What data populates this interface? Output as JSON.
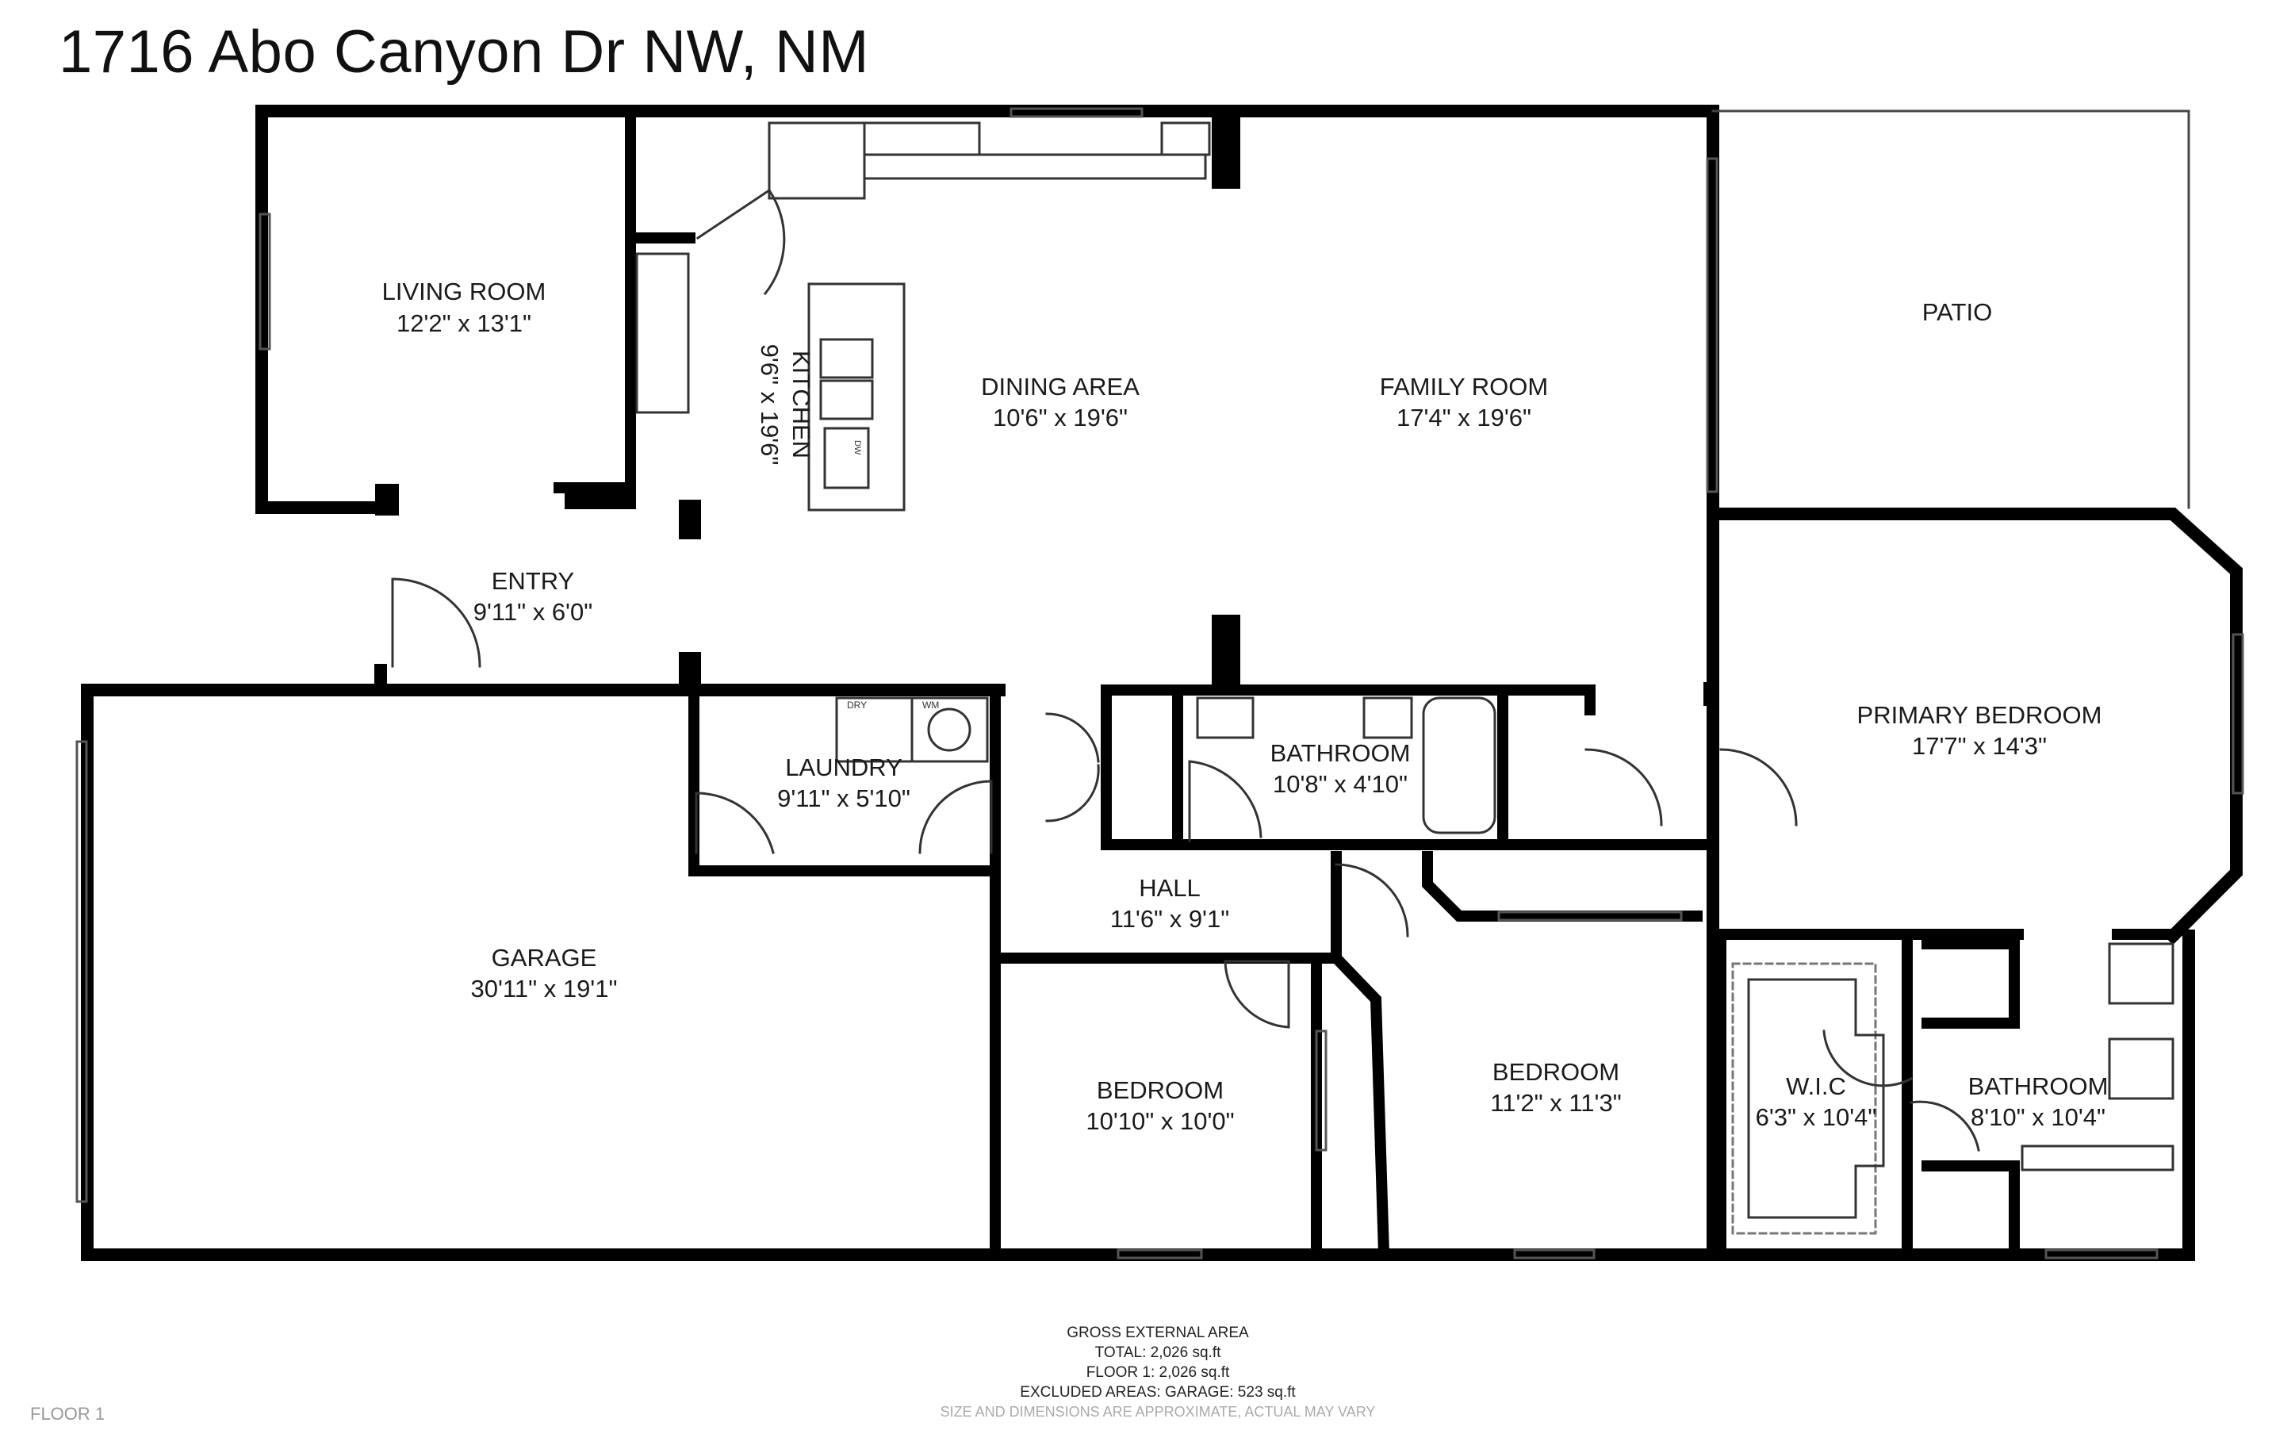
{
  "title": "1716 Abo Canyon Dr NW, NM",
  "rooms": {
    "living": {
      "name": "LIVING ROOM",
      "dim": "12'2\" x 13'1\""
    },
    "kitchen": {
      "name": "KITCHEN",
      "dim": "9'6\" x 19'6\""
    },
    "dining": {
      "name": "DINING AREA",
      "dim": "10'6\" x 19'6\""
    },
    "family": {
      "name": "FAMILY ROOM",
      "dim": "17'4\" x 19'6\""
    },
    "patio": {
      "name": "PATIO"
    },
    "entry": {
      "name": "ENTRY",
      "dim": "9'11\" x 6'0\""
    },
    "primary": {
      "name": "PRIMARY BEDROOM",
      "dim": "17'7\" x 14'3\""
    },
    "laundry": {
      "name": "LAUNDRY",
      "dim": "9'11\" x 5'10\""
    },
    "bath1": {
      "name": "BATHROOM",
      "dim": "10'8\" x 4'10\""
    },
    "hall": {
      "name": "HALL",
      "dim": "11'6\" x 9'1\""
    },
    "garage": {
      "name": "GARAGE",
      "dim": "30'11\" x 19'1\""
    },
    "bed1": {
      "name": "BEDROOM",
      "dim": "10'10\" x 10'0\""
    },
    "bed2": {
      "name": "BEDROOM",
      "dim": "11'2\" x 11'3\""
    },
    "wic": {
      "name": "W.I.C",
      "dim": "6'3\" x 10'4\""
    },
    "bath2": {
      "name": "BATHROOM",
      "dim": "8'10\" x 10'4\""
    }
  },
  "appliances": {
    "dryer": "DRY",
    "washer": "WM",
    "dishwasher": "DW"
  },
  "area": {
    "heading": "GROSS EXTERNAL AREA",
    "total": "TOTAL: 2,026 sq.ft",
    "floor1": "FLOOR 1: 2,026 sq.ft",
    "excluded": "EXCLUDED AREAS: GARAGE: 523 sq.ft",
    "disclaimer": "SIZE AND DIMENSIONS ARE APPROXIMATE, ACTUAL MAY VARY"
  },
  "floor_label": "FLOOR 1"
}
